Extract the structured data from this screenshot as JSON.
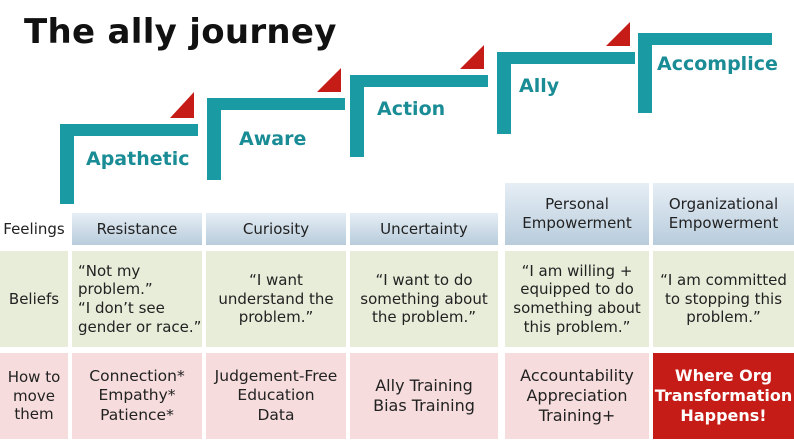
{
  "title": "The ally journey",
  "stages": [
    "Apathetic",
    "Aware",
    "Action",
    "Ally",
    "Accomplice"
  ],
  "row_labels": {
    "feelings": "Feelings",
    "beliefs": "Beliefs",
    "move": "How to\nmove\nthem"
  },
  "feelings": [
    "Resistance",
    "Curiosity",
    "Uncertainty",
    "Personal\nEmpowerment",
    "Organizational\nEmpowerment"
  ],
  "beliefs": [
    "“Not my\nproblem.”\n“I don’t see\ngender or race.”",
    "“I want\nunderstand the\nproblem.”",
    "“I want to do\nsomething about\nthe problem.”",
    "“I am willing +\nequipped to do\nsomething about\nthis problem.”",
    "“I am committed\nto stopping this\nproblem.”"
  ],
  "move": [
    "Connection*\nEmpathy*\nPatience*",
    "Judgement-Free\nEducation\nData",
    "Ally Training\nBias Training",
    "Accountability\nAppreciation\nTraining+",
    "Where Org\nTransformation\nHappens!"
  ],
  "colors": {
    "teal": "#1a9aa3",
    "red": "#c51c17",
    "header_blue": "#b8ccdc",
    "beliefs_green": "#e7edd9",
    "move_pink": "#f6dcdc"
  }
}
